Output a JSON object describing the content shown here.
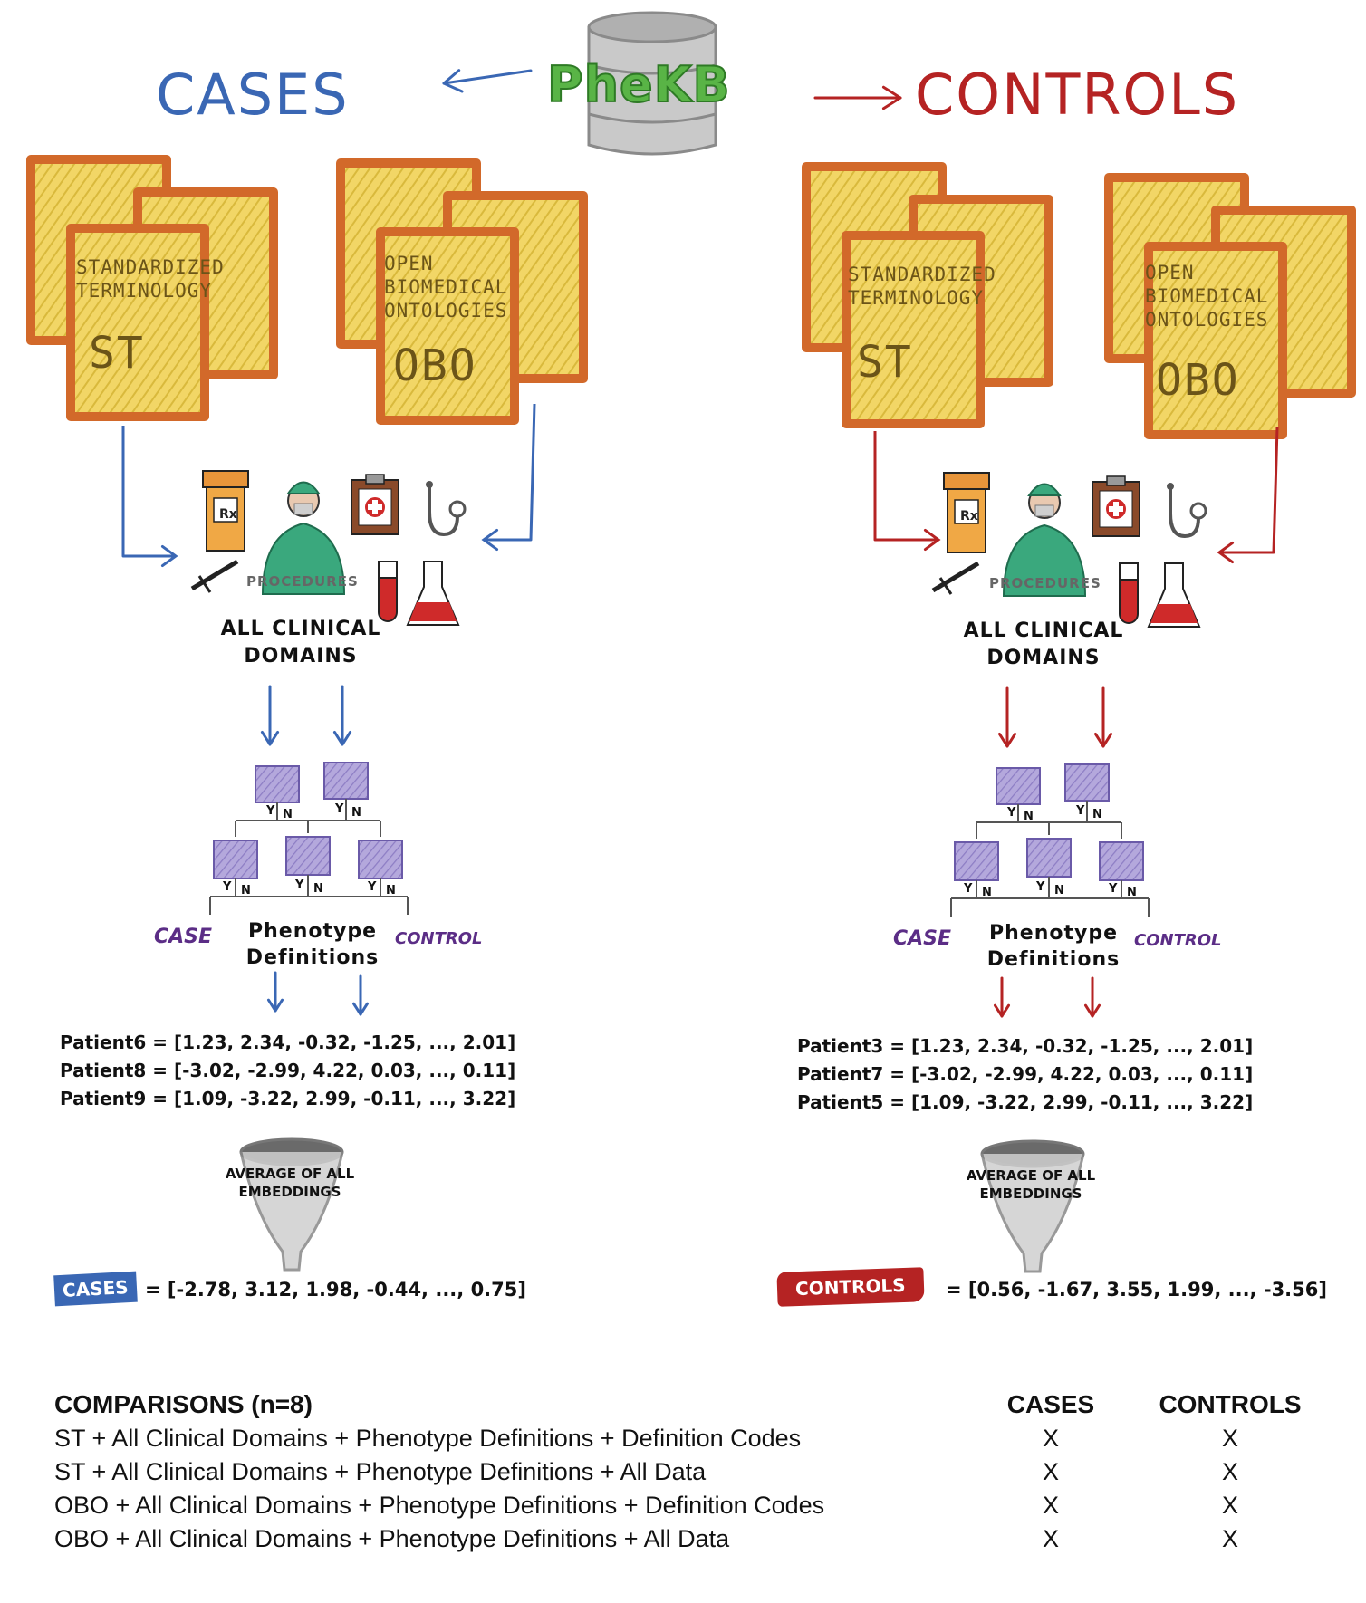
{
  "header": {
    "cases_title": "CASES",
    "controls_title": "CONTROLS",
    "source_label": "PheKB"
  },
  "sources": {
    "st_label_line1": "STANDARDIZED",
    "st_label_line2": "TERMINOLOGY",
    "st_abbr": "ST",
    "obo_label_line1": "OPEN",
    "obo_label_line2": "BIOMEDICAL",
    "obo_label_line3": "ONTOLOGIES",
    "obo_abbr": "OBO"
  },
  "clinical": {
    "procedures_label": "PROCEDURES",
    "domains_line1": "ALL CLINICAL",
    "domains_line2": "DOMAINS",
    "rx_label": "Rx"
  },
  "tree": {
    "yes": "Y",
    "no": "N",
    "case_label": "CASE",
    "control_label": "CONTROL",
    "pheno_line1": "Phenotype",
    "pheno_line2": "Definitions"
  },
  "cases_panel": {
    "patients": [
      "Patient6 = [1.23, 2.34, -0.32, -1.25, ..., 2.01]",
      "Patient8 = [-3.02, -2.99, 4.22, 0.03, ..., 0.11]",
      "Patient9 = [1.09, -3.22, 2.99, -0.11, ..., 3.22]"
    ],
    "avg_line1": "AVERAGE OF ALL",
    "avg_line2": "EMBEDDINGS",
    "badge": "CASES",
    "vector": "= [-2.78, 3.12, 1.98, -0.44, ..., 0.75]"
  },
  "controls_panel": {
    "patients": [
      "Patient3 = [1.23, 2.34, -0.32, -1.25, ..., 2.01]",
      "Patient7 = [-3.02, -2.99, 4.22, 0.03, ..., 0.11]",
      "Patient5 = [1.09, -3.22, 2.99, -0.11, ..., 3.22]"
    ],
    "avg_line1": "AVERAGE OF ALL",
    "avg_line2": "EMBEDDINGS",
    "badge": "CONTROLS",
    "vector": "= [0.56, -1.67, 3.55, 1.99, ..., -3.56]"
  },
  "comparisons": {
    "header": "COMPARISONS (n=8)",
    "col_cases": "CASES",
    "col_controls": "CONTROLS",
    "rows": [
      {
        "label": "ST + All Clinical Domains + Phenotype Definitions + Definition Codes",
        "cases": "X",
        "controls": "X"
      },
      {
        "label": "ST + All Clinical Domains + Phenotype Definitions + All Data",
        "cases": "X",
        "controls": "X"
      },
      {
        "label": "OBO + All Clinical Domains + Phenotype Definitions + Definition Codes",
        "cases": "X",
        "controls": "X"
      },
      {
        "label": "OBO + All Clinical Domains + Phenotype Definitions + All Data",
        "cases": "X",
        "controls": "X"
      }
    ]
  },
  "colors": {
    "cases_blue": "#3a67b4",
    "controls_red": "#b52323",
    "pheKB_green": "#59b446",
    "doc_orange": "#d2692a",
    "doc_yellow": "#efcf56",
    "node_purple": "#a596d2",
    "label_purple": "#5b2d86",
    "surgeon_green": "#3aa87d"
  }
}
